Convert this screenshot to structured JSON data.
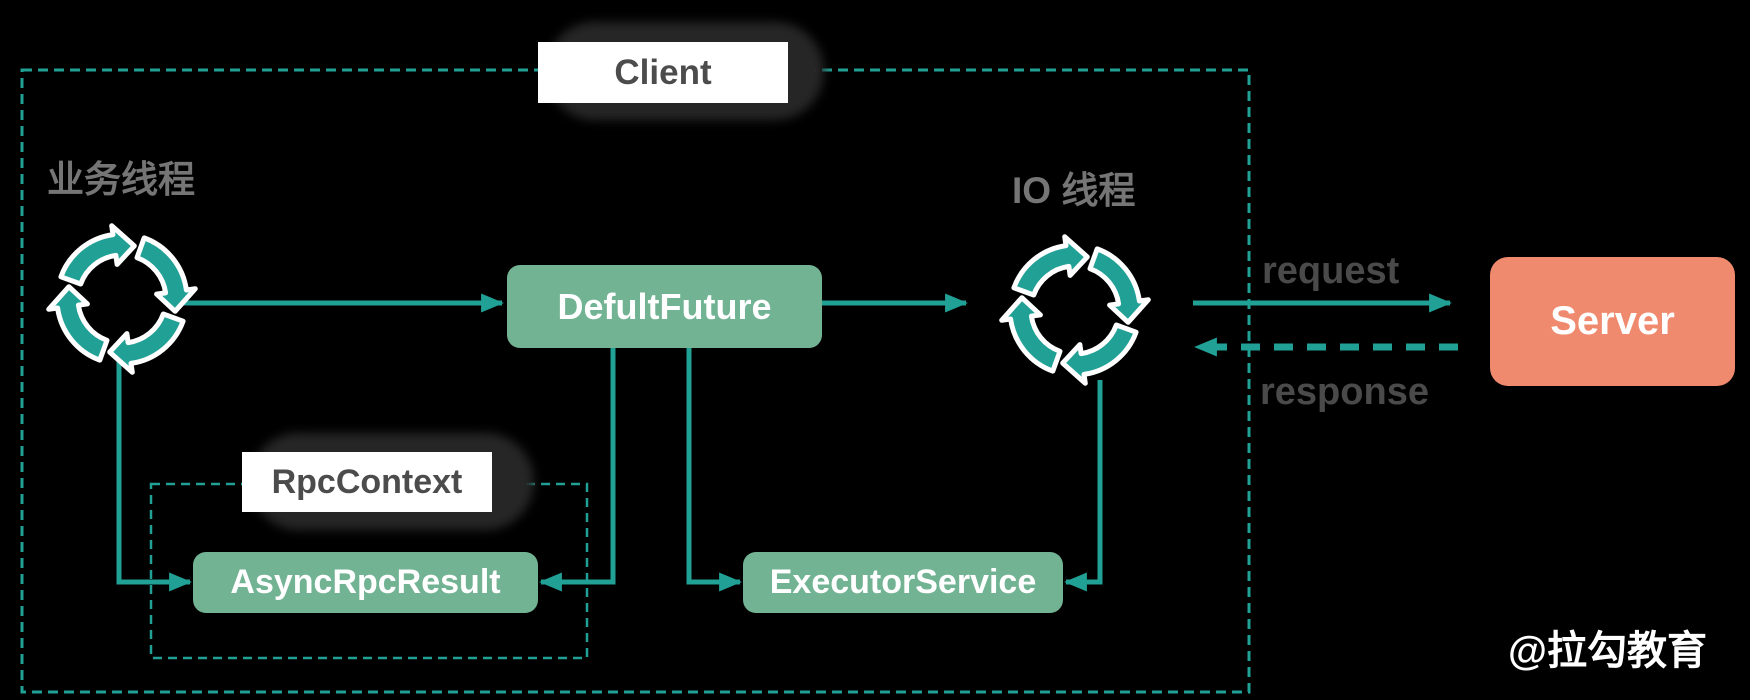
{
  "colors": {
    "bg": "#000000",
    "teal": "#21a096",
    "green": "#72b394",
    "salmon": "#ef8a6e",
    "gray_label": "#757575",
    "gray_dark": "#4c4c4c",
    "text_dark": "#4a4a4a",
    "shadow": "#262626"
  },
  "boundaries": {
    "client_label": "Client",
    "rpc_context_label": "RpcContext"
  },
  "threads": {
    "business_thread_label": "业务线程",
    "io_thread_label": "IO 线程",
    "business_thread_icon": "circular-arrows-spinner",
    "io_thread_icon": "circular-arrows-spinner"
  },
  "nodes": {
    "defult_future_label": "DefultFuture",
    "async_rpc_result_label": "AsyncRpcResult",
    "executor_service_label": "ExecutorService",
    "server_label": "Server"
  },
  "edges": {
    "request_label": "request",
    "response_label": "response"
  },
  "watermark_label": "@拉勾教育"
}
